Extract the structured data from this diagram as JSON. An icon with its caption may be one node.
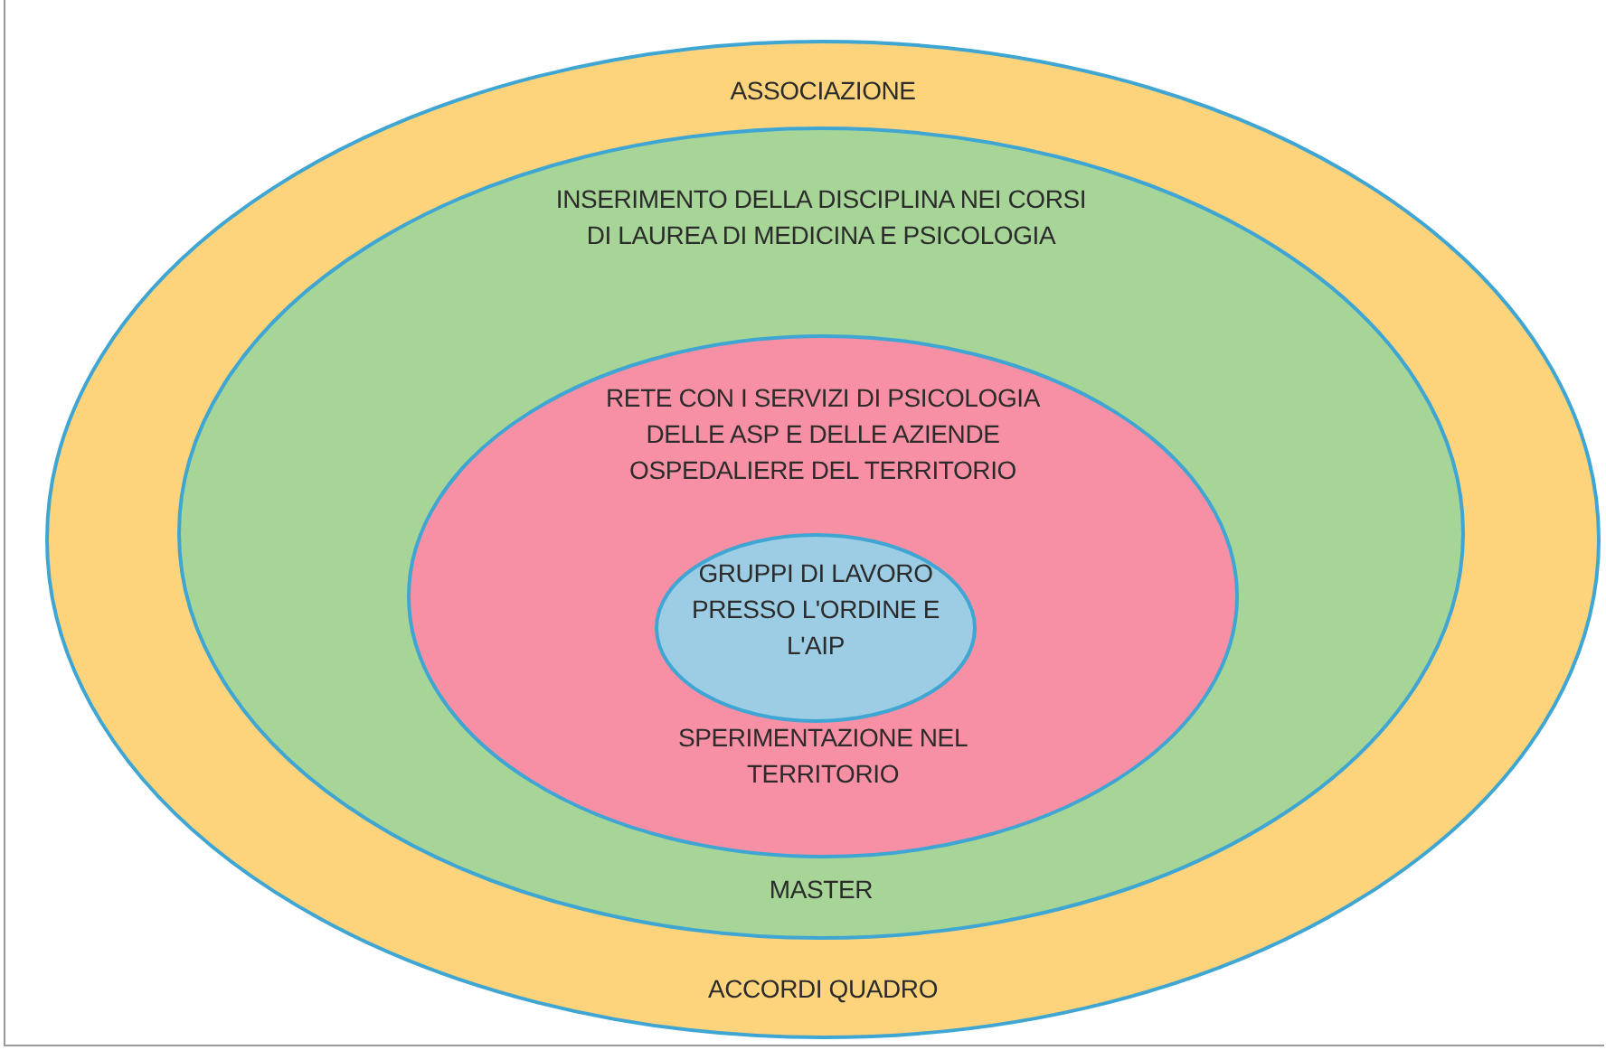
{
  "diagram": {
    "nodes": [
      {
        "text": [
          "ASSOCIAZIONE",
          "ACCORDI QUADRO"
        ]
      },
      {
        "text": [
          "INSERIMENTO DELLA DISCIPLINA NEI CORSI DI LAUREA DI MEDICINA E PSICOLOGIA",
          "MASTER"
        ],
        "in": 0
      },
      {
        "text": [
          "RETE CON I SERVIZI DI PSICOLOGIA DELLE ASP E DELLE AZIENDE OSPEDALIERE DEL TERRITORIO",
          "SPERIMENTAZIONE NEL TERRITORIO"
        ],
        "in": 1
      },
      {
        "text": [
          "GRUPPI DI LAVORO PRESSO L'ORDINE E L'AIP"
        ],
        "in": 2
      }
    ]
  }
}
